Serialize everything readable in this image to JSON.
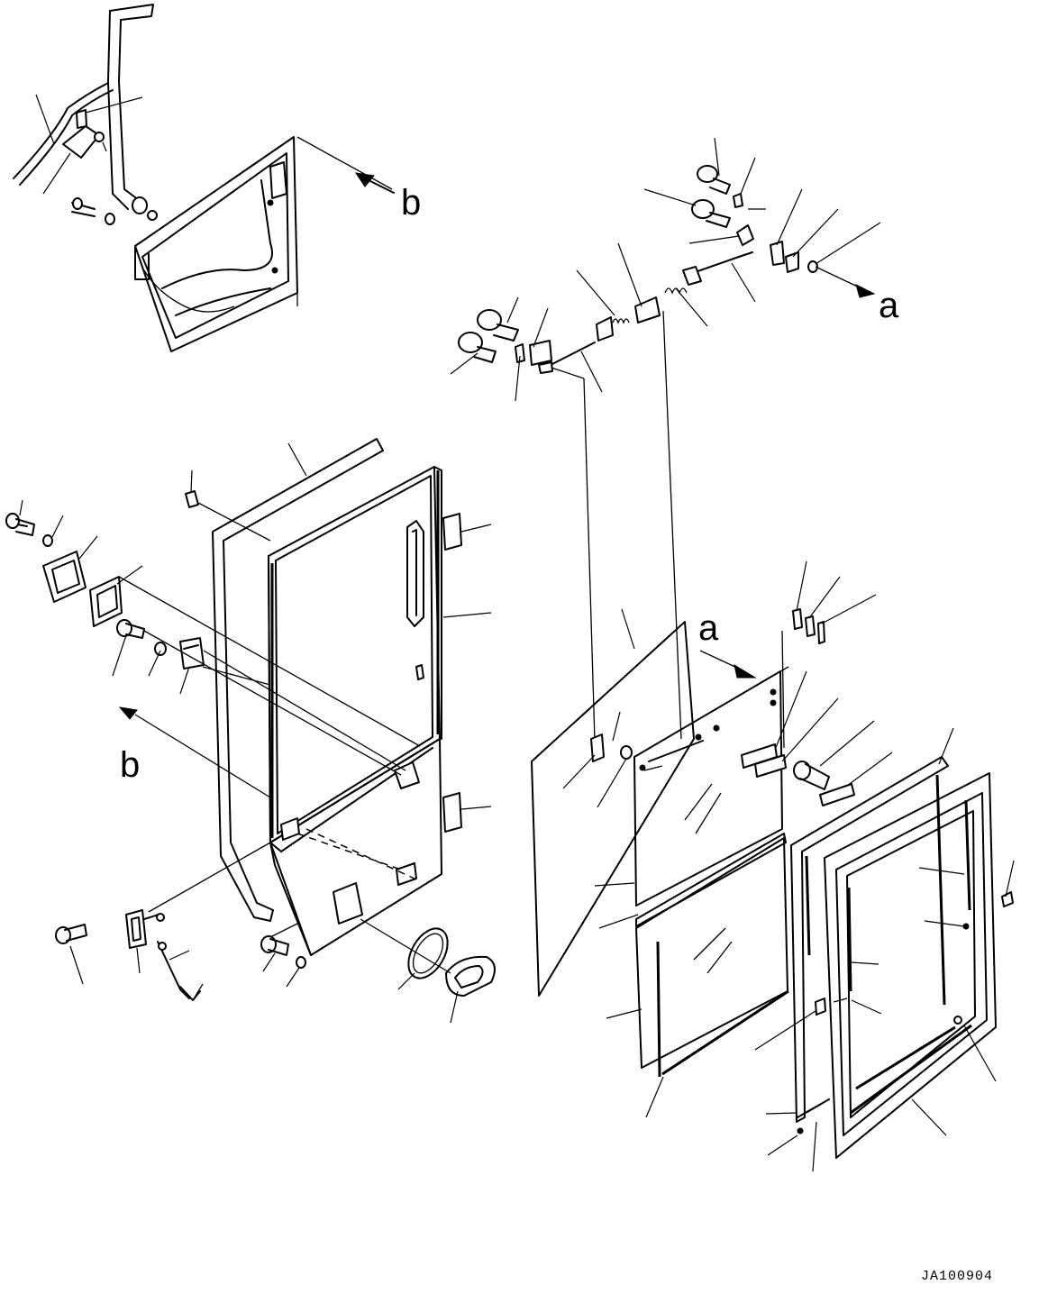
{
  "diagram": {
    "view_marker_a": "a",
    "view_marker_b": "b",
    "drawing_code": "JA100904"
  },
  "colors": {
    "line": "#000000",
    "background": "#ffffff"
  }
}
